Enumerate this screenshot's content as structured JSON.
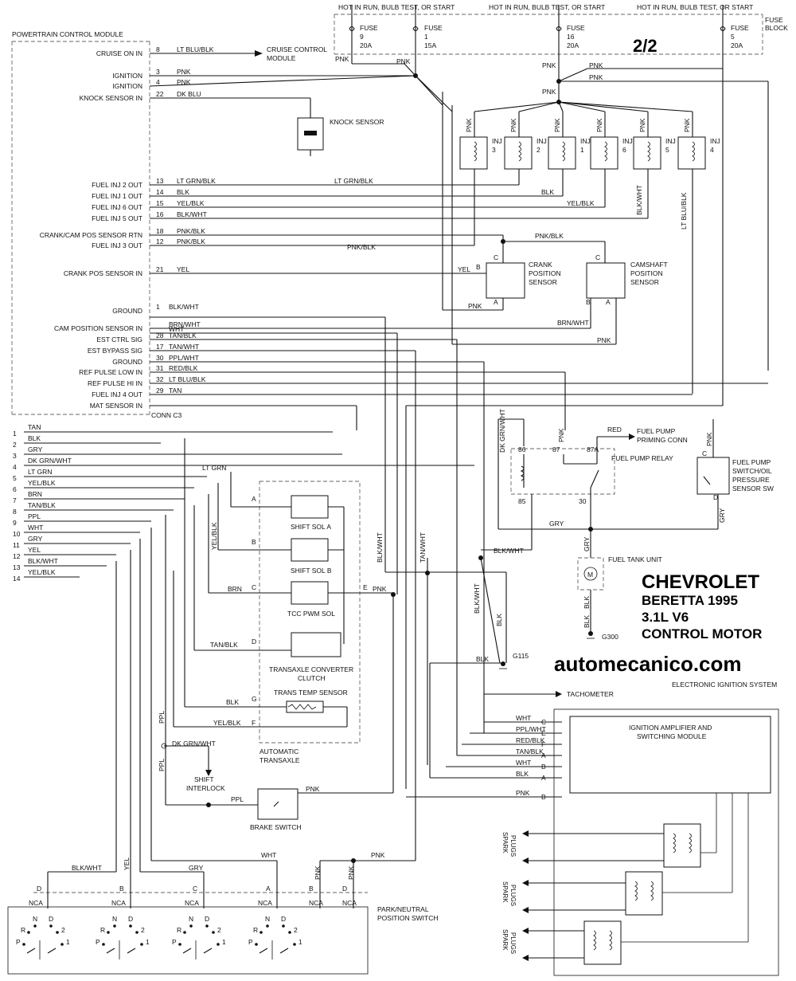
{
  "header": {
    "hot1": "HOT IN RUN, BULB TEST, OR START",
    "hot2": "HOT IN RUN, BULB TEST, OR START",
    "hot3": "HOT IN RUN, BULB TEST, OR START",
    "fuse_block": "FUSE\nBLOCK",
    "page": "2/2",
    "fuses": [
      {
        "name": "FUSE",
        "num": "9",
        "amp": "20A"
      },
      {
        "name": "FUSE",
        "num": "1",
        "amp": "15A"
      },
      {
        "name": "FUSE",
        "num": "16",
        "amp": "20A"
      },
      {
        "name": "FUSE",
        "num": "5",
        "amp": "20A"
      }
    ]
  },
  "pcm": {
    "title": "POWERTRAIN CONTROL MODULE",
    "conn": "CONN C3",
    "pins": [
      {
        "label": "CRUISE ON IN",
        "pin": "8",
        "wire": "LT BLU/BLK"
      },
      {
        "label": "IGNITION",
        "pin": "3",
        "wire": "PNK"
      },
      {
        "label": "IGNITION",
        "pin": "4",
        "wire": "PNK"
      },
      {
        "label": "KNOCK SENSOR IN",
        "pin": "22",
        "wire": "DK BLU"
      },
      {
        "label": "FUEL INJ 2 OUT",
        "pin": "13",
        "wire": "LT GRN/BLK"
      },
      {
        "label": "FUEL INJ 1 OUT",
        "pin": "14",
        "wire": "BLK"
      },
      {
        "label": "FUEL INJ 6 OUT",
        "pin": "15",
        "wire": "YEL/BLK"
      },
      {
        "label": "FUEL INJ 5 OUT",
        "pin": "16",
        "wire": "BLK/WHT"
      },
      {
        "label": "CRANK/CAM POS SENSOR RTN",
        "pin": "18",
        "wire": "PNK/BLK"
      },
      {
        "label": "FUEL INJ 3 OUT",
        "pin": "12",
        "wire": "PNK/BLK"
      },
      {
        "label": "CRANK POS SENSOR IN",
        "pin": "21",
        "wire": "YEL"
      },
      {
        "label": "GROUND",
        "pin": "1",
        "wire": "BLK/WHT"
      },
      {
        "label": "CAM POSITION SENSOR IN",
        "pin": "",
        "wire": "BRN/WHT"
      },
      {
        "label": "",
        "pin": "",
        "wire": "WHT"
      },
      {
        "label": "EST CTRL SIG",
        "pin": "28",
        "wire": "TAN/BLK"
      },
      {
        "label": "EST BYPASS SIG",
        "pin": "17",
        "wire": "TAN/WHT"
      },
      {
        "label": "GROUND",
        "pin": "30",
        "wire": "PPL/WHT"
      },
      {
        "label": "REF PULSE LOW IN",
        "pin": "31",
        "wire": "RED/BLK"
      },
      {
        "label": "REF PULSE HI IN",
        "pin": "32",
        "wire": "LT BLU/BLK"
      },
      {
        "label": "FUEL INJ 4 OUT",
        "pin": "29",
        "wire": "TAN"
      },
      {
        "label": "MAT SENSOR IN",
        "pin": "",
        "wire": ""
      }
    ]
  },
  "cruise": "CRUISE CONTROL\nMODULE",
  "knock": "KNOCK SENSOR",
  "injectors": [
    {
      "wire": "PNK",
      "name": "INJ",
      "num": "3"
    },
    {
      "wire": "PNK",
      "name": "INJ",
      "num": "2"
    },
    {
      "wire": "PNK",
      "name": "INJ",
      "num": "1"
    },
    {
      "wire": "PNK",
      "name": "INJ",
      "num": "6"
    },
    {
      "wire": "PNK",
      "name": "INJ",
      "num": "5"
    },
    {
      "wire": "PNK",
      "name": "INJ",
      "num": "4"
    }
  ],
  "right_wires": {
    "lt_grn_blk": "LT GRN/BLK",
    "blk": "BLK",
    "yel_blk": "YEL/BLK",
    "pnk_blk": "PNK/BLK",
    "blk_wht_v": "BLK/WHT",
    "lt_blu_blk_v": "LT BLU/BLK",
    "pnk_blk_top": "PNK/BLK",
    "yel": "YEL",
    "pnk": "PNK",
    "brn_wht": "BRN/WHT",
    "pnk2": "PNK",
    "pnk_top1": "PNK",
    "pnk_top2": "PNK",
    "pnk_top3": "PNK",
    "pnk_top4": "PNK",
    "pnk_top5": "PNK",
    "pnk_top6": "PNK"
  },
  "crank": {
    "name": "CRANK\nPOSITION\nSENSOR",
    "b": "B",
    "c": "C",
    "a": "A"
  },
  "cam": {
    "name": "CAMSHAFT\nPOSITION\nSENSOR",
    "c": "C",
    "b": "B",
    "a": "A"
  },
  "relay": {
    "name": "FUEL PUMP RELAY",
    "p86": "86",
    "p87": "87",
    "p87a": "87A",
    "p85": "85",
    "p30": "30",
    "red": "RED",
    "priming": "FUEL PUMP\nPRIMING CONN",
    "dkgrn": "DK GRN/WHT",
    "pnk": "PNK",
    "gry": "GRY",
    "gry2": "GRY"
  },
  "pressure": {
    "name": "FUEL PUMP\nSWITCH/OIL\nPRESSURE\nSENSOR SW",
    "c": "C",
    "d": "D",
    "pnk": "PNK",
    "gry": "GRY"
  },
  "tank": {
    "name": "FUEL TANK UNIT",
    "blk": "BLK",
    "blk2": "BLK",
    "ground": "G300",
    "m": "M"
  },
  "brand": {
    "line1": "CHEVROLET",
    "line2": "BERETTA  1995",
    "line3": "3.1L  V6",
    "line4": "CONTROL MOTOR",
    "site": "automecanico.com",
    "system": "ELECTRONIC IGNITION SYSTEM"
  },
  "left_conn": {
    "pins": [
      "1",
      "2",
      "3",
      "4",
      "5",
      "6",
      "7",
      "8",
      "9",
      "10",
      "11",
      "12",
      "13",
      "14"
    ],
    "wires": [
      "TAN",
      "BLK",
      "GRY",
      "DK GRN/WHT",
      "LT GRN",
      "YEL/BLK",
      "BRN",
      "TAN/BLK",
      "PPL",
      "WHT",
      "GRY",
      "YEL",
      "BLK/WHT",
      "YEL/BLK"
    ]
  },
  "transaxle": {
    "name": "AUTOMATIC\nTRANSAXLE",
    "sol_a": "SHIFT SOL A",
    "sol_b": "SHIFT SOL B",
    "tcc": "TCC PWM SOL",
    "conv": "TRANSAXLE CONVERTER\nCLUTCH",
    "temp": "TRANS TEMP SENSOR",
    "pins": [
      "A",
      "B",
      "C",
      "D",
      "G",
      "F",
      "E"
    ],
    "wires": {
      "lt_grn": "LT GRN",
      "yel_blk": "YEL/BLK",
      "brn": "BRN",
      "tan_blk": "TAN/BLK",
      "blk": "BLK",
      "yel_blk2": "YEL/BLK",
      "pnk": "PNK"
    }
  },
  "mid": {
    "blk_wht": "BLK/WHT",
    "tan_wht": "TAN/WHT",
    "blk_wht2": "BLK/WHT",
    "blk_wht3": "BLK/WHT",
    "blk": "BLK",
    "blk2": "BLK",
    "g115": "G115"
  },
  "shift": {
    "ppl": "PPL",
    "dk": "DK GRN/WHT",
    "name": "SHIFT\nINTERLOCK",
    "ppl2": "PPL",
    "ppl3": "PPL"
  },
  "brake": {
    "name": "BRAKE SWITCH",
    "ppl": "PPL",
    "pnk": "PNK"
  },
  "ignition": {
    "tach": "TACHOMETER",
    "module": "IGNITION AMPLIFIER AND\nSWITCHING MODULE",
    "wires": [
      {
        "w": "WHT",
        "p": "C"
      },
      {
        "w": "PPL/WHT",
        "p": "E"
      },
      {
        "w": "RED/BLK",
        "p": "F"
      },
      {
        "w": "TAN/BLK",
        "p": "A"
      },
      {
        "w": "WHT",
        "p": "B"
      },
      {
        "w": "BLK",
        "p": "A"
      },
      {
        "w": "PNK",
        "p": "B"
      }
    ],
    "spark": "SPARK\nPLUGS"
  },
  "park": {
    "name": "PARK/NEUTRAL\nPOSITION SWITCH",
    "pins": [
      "D",
      "B",
      "C",
      "A",
      "B",
      "D"
    ],
    "nca": "NCA",
    "wires": {
      "blk_wht": "BLK/WHT",
      "yel": "YEL",
      "gry": "GRY",
      "wht": "WHT",
      "pnk": "PNK",
      "pnk_a": "PNK",
      "pnk_b": "PNK"
    },
    "letters": {
      "p": "P",
      "r": "R",
      "n": "N",
      "d": "D",
      "two": "2",
      "one": "1"
    }
  }
}
